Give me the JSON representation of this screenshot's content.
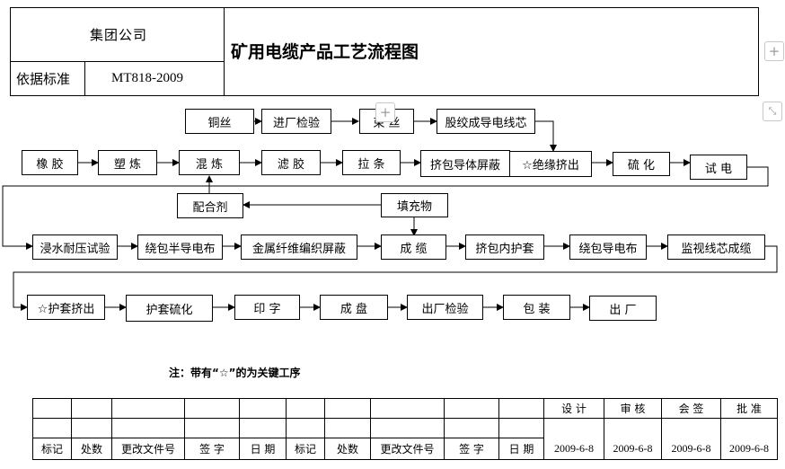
{
  "header": {
    "company": "集团公司",
    "basis_label": "依据标准",
    "standard": "MT818-2009",
    "title": "矿用电缆产品工艺流程图"
  },
  "flow_steps": [
    "铜丝",
    "进厂检验",
    "束 丝",
    "股绞成导电线芯",
    "橡 胶",
    "塑 炼",
    "混 炼",
    "滤 胶",
    "拉 条",
    "挤包导体屏蔽",
    "☆绝缘挤出",
    "硫 化",
    "试 电",
    "配合剂",
    "填充物",
    "浸水耐压试验",
    "绕包半导电布",
    "金属纤维编织屏蔽",
    "成 缆",
    "挤包内护套",
    "绕包导电布",
    "监视线芯成缆",
    "☆护套挤出",
    "护套硫化",
    "印 字",
    "成 盘",
    "出厂检验",
    "包 装",
    "出 厂"
  ],
  "note": "注：带有“☆”的为关键工序",
  "signoff": {
    "roles": [
      "设 计",
      "审 核",
      "会 签",
      "批 准"
    ],
    "dates": [
      "2009-6-8",
      "2009-6-8",
      "2009-6-8",
      "2009-6-8"
    ],
    "columns": [
      "标记",
      "处数",
      "更改文件号",
      "签 字",
      "日 期",
      "标记",
      "处数",
      "更改文件号",
      "签 字",
      "日 期"
    ]
  },
  "controls": {
    "add_icon_glyph": "+",
    "collapse_icon_glyph": "⤡"
  }
}
